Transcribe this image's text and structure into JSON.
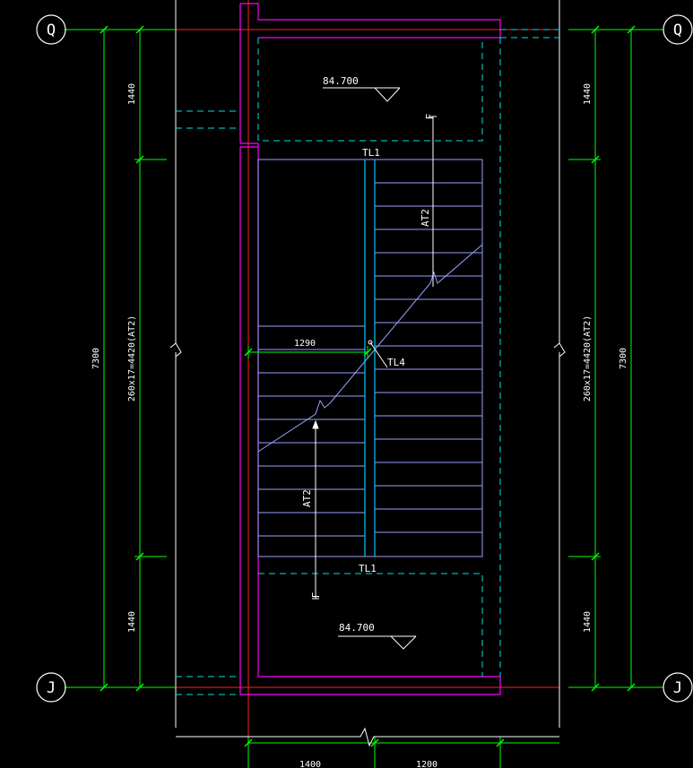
{
  "grid_axes": {
    "top": "Q",
    "bottom": "J"
  },
  "dimensions": {
    "left": {
      "upper_landing": "1440",
      "flight": "260x17=4420(AT2)",
      "lower_landing": "1440",
      "overall": "7300"
    },
    "right": {
      "upper_landing": "1440",
      "flight": "260x17=4420(AT2)",
      "lower_landing": "1440",
      "overall": "7300"
    },
    "bottom": {
      "left_segment": "1400",
      "right_segment": "1200"
    },
    "landing_width": "1290"
  },
  "elevations": {
    "upper": "84.700",
    "lower": "84.700"
  },
  "labels": {
    "beam_top": "TL1",
    "beam_bottom": "TL1",
    "beam_mid": "TL4",
    "flight_upper": "AT2",
    "flight_lower": "AT2",
    "cut_top": "F",
    "cut_bottom": "F"
  },
  "colors": {
    "background": "#000000",
    "dimension": "#00ff00",
    "wall": "#ff00ff",
    "stair": "#9aa0ff",
    "beam": "#00c8ff",
    "axis": "#ffffff",
    "gridline": "#ff0000",
    "dashed": "#00ffff"
  }
}
